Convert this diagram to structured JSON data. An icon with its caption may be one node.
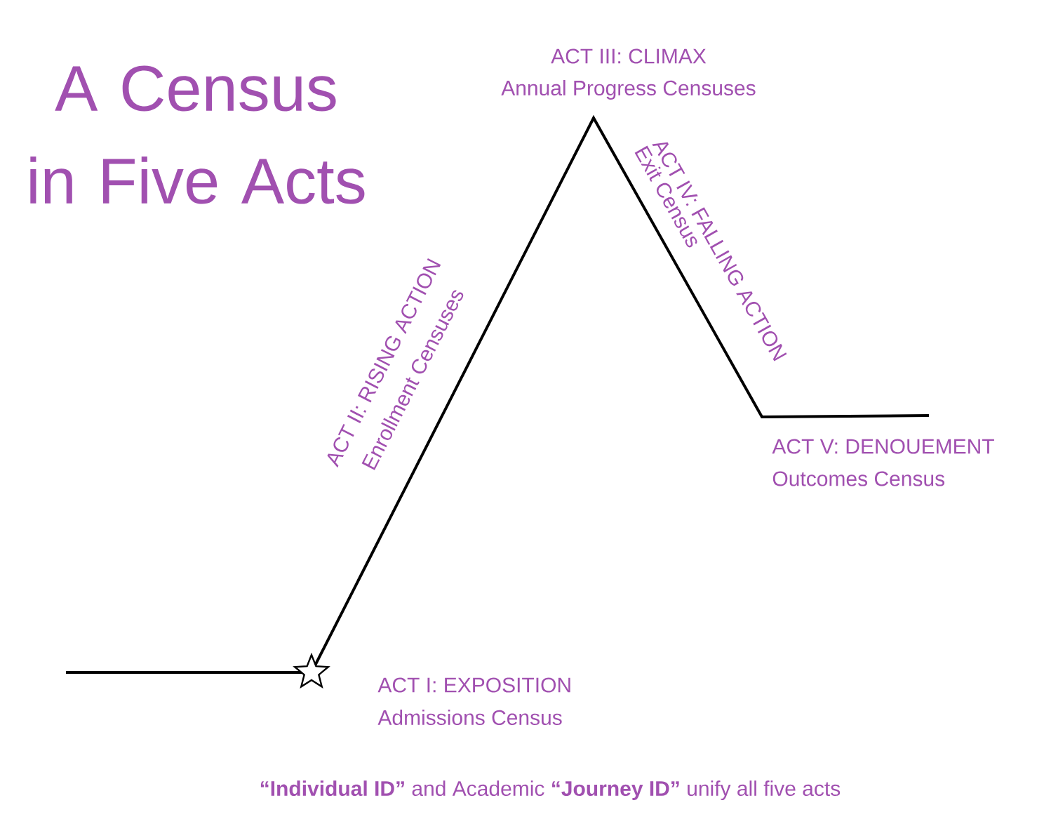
{
  "diagram": {
    "title": "A Census in Five Acts",
    "labels": [
      "ACT III: CLIMAX",
      "Annual Progress Censuses",
      "ACT IV: FALLING ACTION",
      "Exit Census",
      "ACT II: RISING ACTION",
      "Enrollment Censuses",
      "ACT V: DENOUEMENT",
      "Outcomes Census",
      "ACT I: EXPOSITION",
      "Admissions Census"
    ],
    "caption": "**“Individual ID”** and Academic **“Journey ID”** unify all five acts"
  }
}
